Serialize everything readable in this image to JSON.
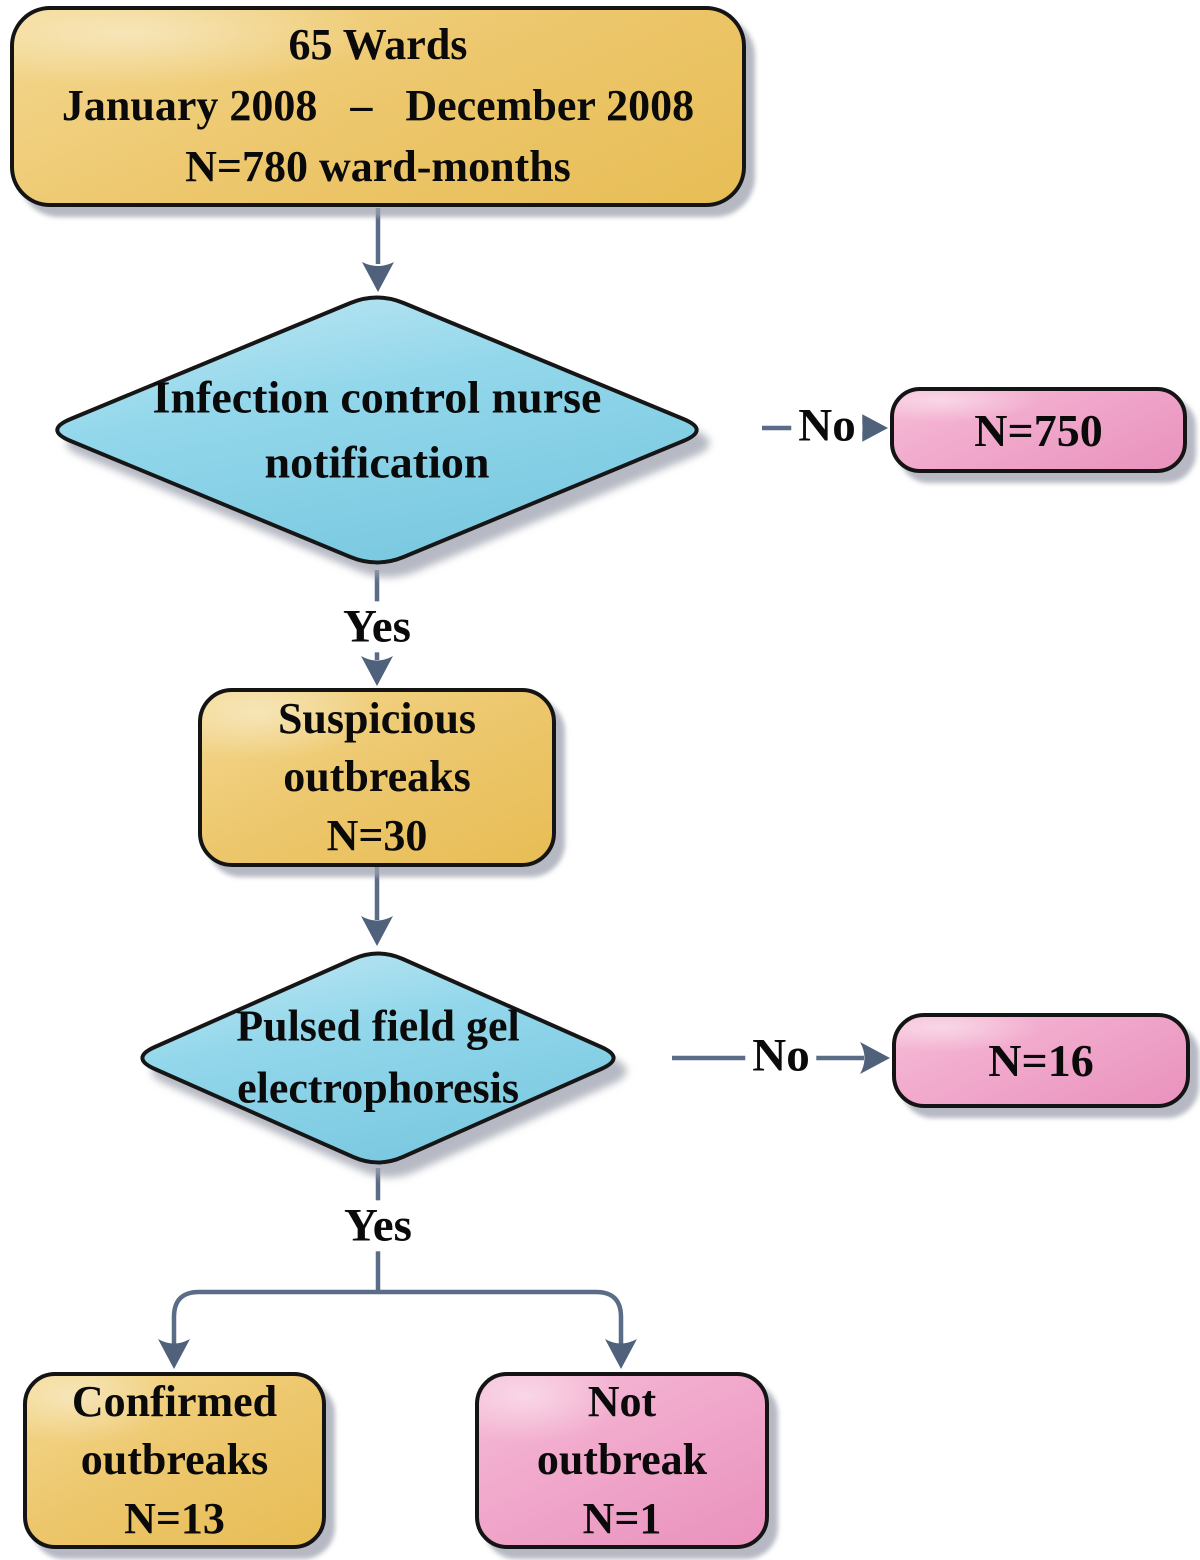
{
  "figure": {
    "type": "flowchart",
    "description": "Outbreak surveillance flow diagram"
  },
  "colors": {
    "process_fill_yellow": "#EDC76D",
    "terminal_fill_pink": "#F0A6CA",
    "decision_fill_blue": "#8FD5EA",
    "connector_line": "#5B6C86",
    "shape_border": "#141414",
    "shadow": "#C7C9D1",
    "text": "#0A0A0A"
  },
  "nodes": {
    "start": {
      "text": "65 Wards\nJanuary 2008  –  December 2008\nN=780 ward-months"
    },
    "decision_icn": {
      "text": "Infection control nurse\nnotification"
    },
    "excluded_icn": {
      "text": "N=750"
    },
    "suspicious": {
      "text": "Suspicious\noutbreaks\nN=30"
    },
    "decision_pfge": {
      "text": "Pulsed field gel\nelectrophoresis"
    },
    "excluded_pfge": {
      "text": "N=16"
    },
    "confirmed": {
      "text": "Confirmed\noutbreaks\nN=13"
    },
    "not_outbreak": {
      "text": "Not\noutbreak\nN=1"
    }
  },
  "edges": {
    "no1_label": "No",
    "yes1_label": "Yes",
    "no2_label": "No",
    "yes2_label": "Yes"
  }
}
